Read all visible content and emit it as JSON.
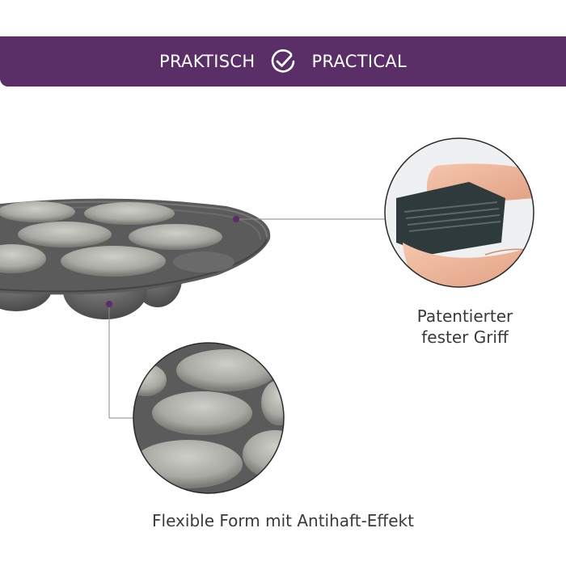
{
  "banner": {
    "left_label": "PRAKTISCH",
    "right_label": "PRACTICAL",
    "icon": "check-circle-icon",
    "background": "#5a2e66"
  },
  "captions": {
    "handle_line1": "Patentierter",
    "handle_line2": "fester Griff",
    "bottom": "Flexible Form mit Antihaft-Effekt"
  },
  "colors": {
    "accent": "#5a2e66",
    "mold": "#5b5b5b",
    "connector_line": "#8a8a8a"
  }
}
